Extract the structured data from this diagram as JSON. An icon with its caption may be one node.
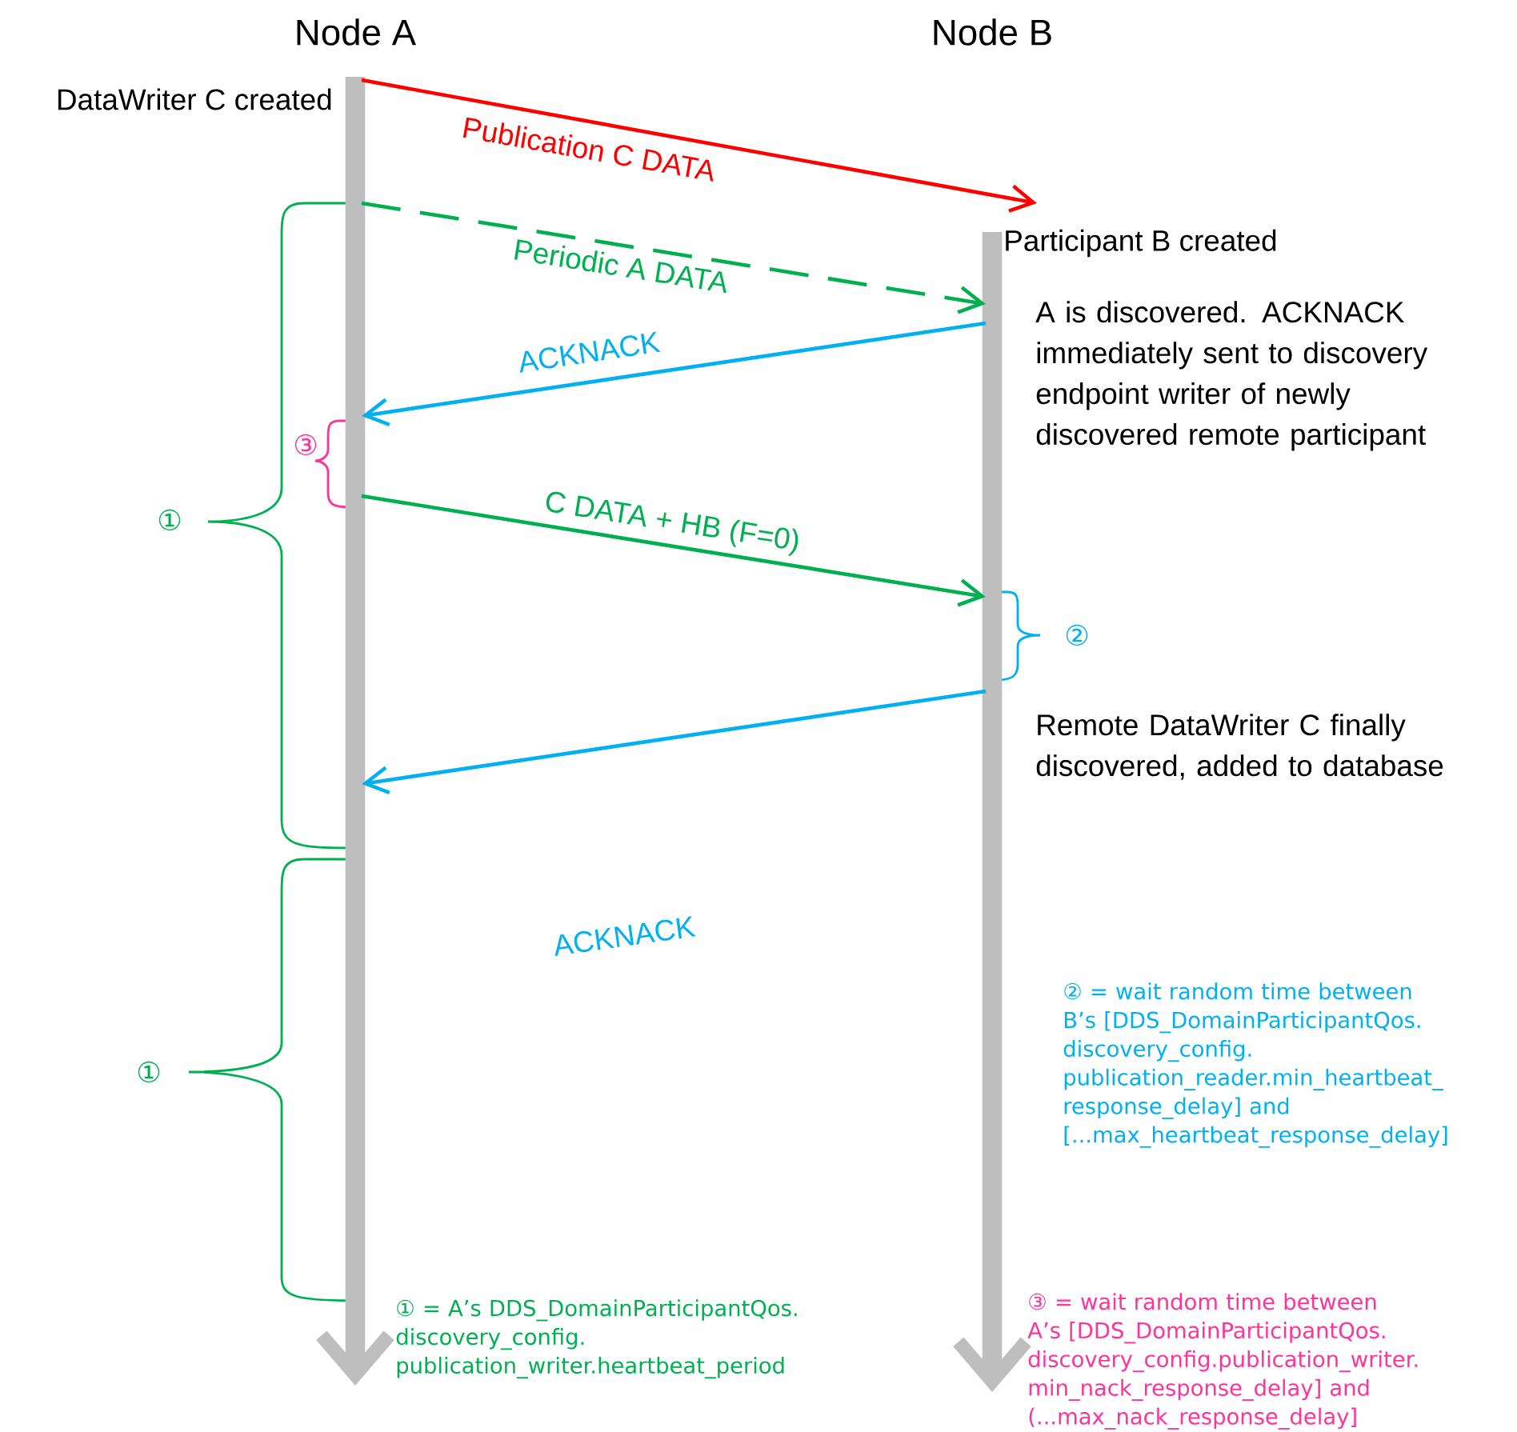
{
  "diagram": {
    "nodes": [
      {
        "text": [
          "Node A"
        ]
      },
      {
        "text": [
          "Node B"
        ]
      }
    ],
    "edges": [
      {
        "from": 0,
        "to": 1,
        "arrow": "to",
        "label": "Publication C DATA",
        "color": "#ff0000"
      },
      {
        "from": 0,
        "to": 1,
        "arrow": "to",
        "label": "Periodic A DATA",
        "style": "dashed",
        "color": "#00b050"
      },
      {
        "from": 1,
        "to": 0,
        "arrow": "to",
        "label": "ACKNACK",
        "color": "#00b0f0"
      },
      {
        "from": 0,
        "to": 1,
        "arrow": "to",
        "label": "C DATA + HB (F=0)",
        "color": "#00b050"
      },
      {
        "from": 1,
        "to": 0,
        "arrow": "to",
        "color": "#00b0f0"
      }
    ],
    "labels": [
      "DataWriter C created",
      "Participant B created",
      "A is discovered. ACKNACK immediately sent to discovery endpoint writer of newly discovered remote participant",
      "③",
      "①",
      "②",
      "Remote DataWriter C finally discovered, added to database",
      "ACKNACK",
      "①",
      "② = wait random time between B’s [DDS_DomainParticipantQos. discovery_config. publication_reader.min_heartbeat_ response_delay] and [...max_heartbeat_response_delay]",
      "① = A’s DDS_DomainParticipantQos. discovery_config. publication_writer.heartbeat_period",
      "③ = wait random time between A’s [DDS_DomainParticipantQos. discovery_config.publication_writer. min_nack_response_delay] and (...max_nack_response_delay]"
    ]
  }
}
